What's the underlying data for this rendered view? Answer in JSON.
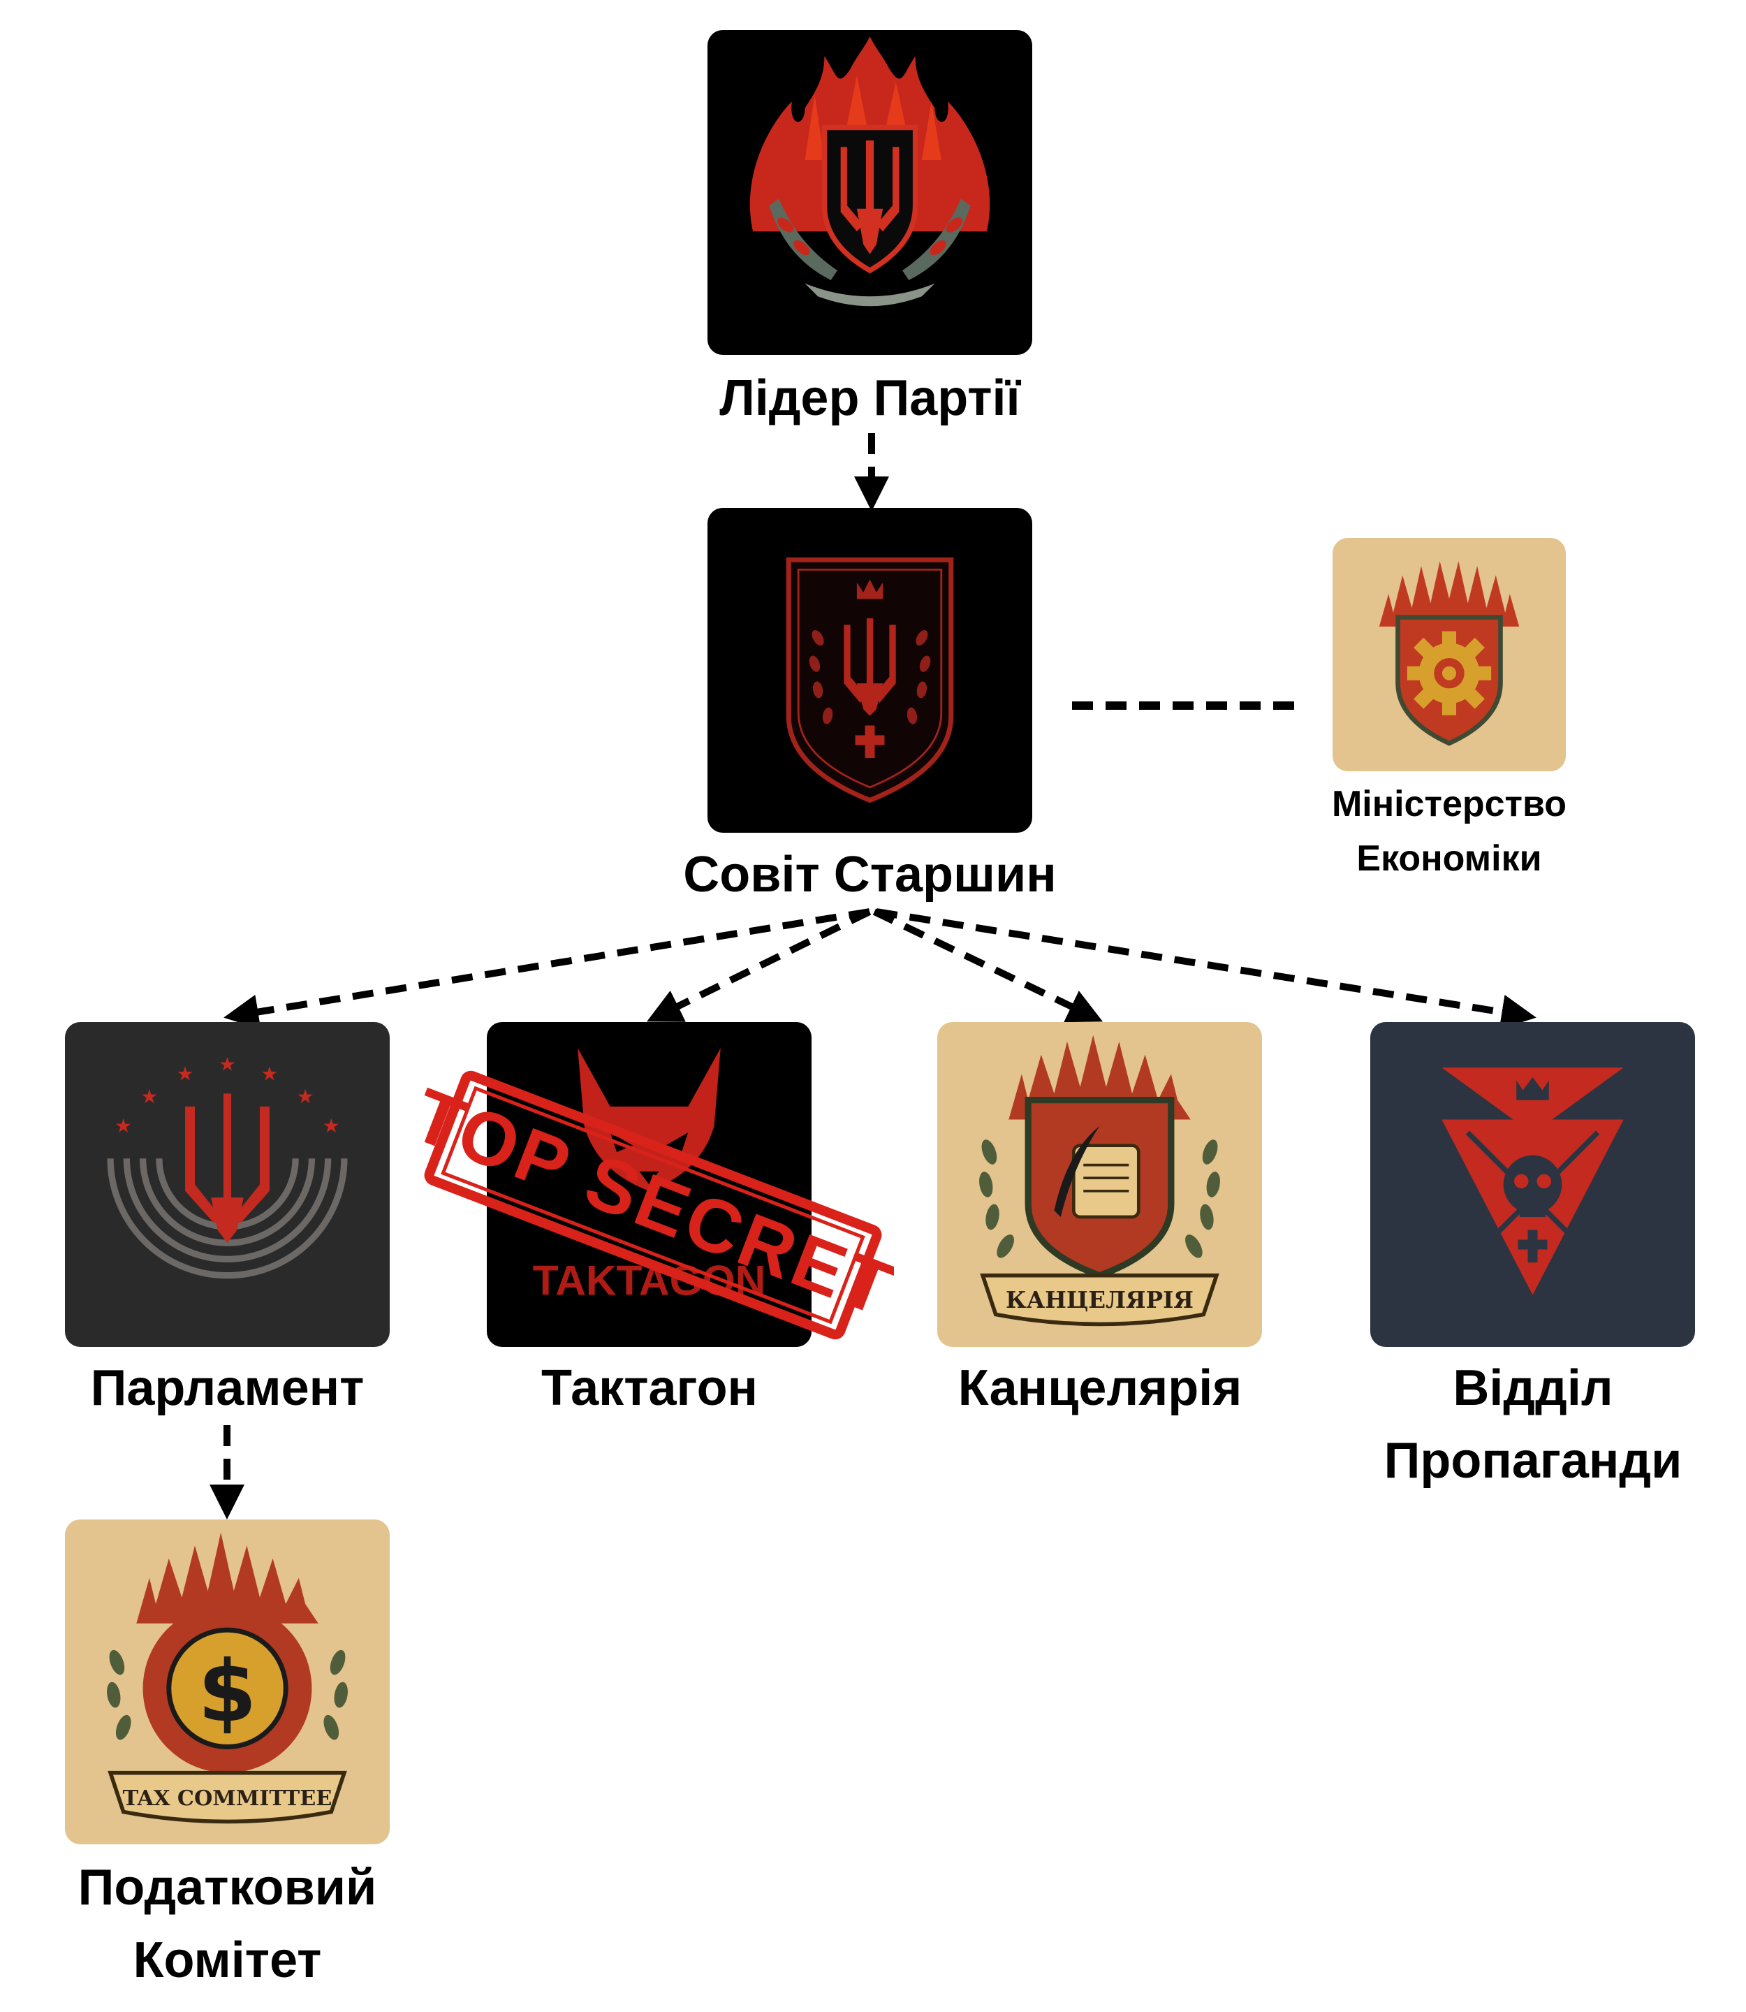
{
  "colors": {
    "black": "#000000",
    "dark_gray": "#2a2a2a",
    "navy": "#2b3440",
    "tan": "#e3c48e",
    "red": "#b3241b",
    "bright_red": "#d9221a",
    "green": "#4f5d3a",
    "gold": "#d7a02c"
  },
  "nodes": {
    "leader": {
      "lines": [
        "Лідер Партії"
      ],
      "icon": "trident-flame-wreath-icon"
    },
    "council": {
      "lines": [
        "Совіт Старшин"
      ],
      "icon": "trident-shield-crest-icon"
    },
    "economy": {
      "lines": [
        "Міністерство",
        "Економіки"
      ],
      "icon": "gear-shield-icon"
    },
    "parliament": {
      "lines": [
        "Парламент"
      ],
      "icon": "trident-arc-stars-icon"
    },
    "taktagon": {
      "lines": [
        "Тактагон"
      ],
      "icon": "fox-head-icon",
      "logo_text": "TAKTAGON",
      "stamp_text": "TOP SECRET"
    },
    "chancellery": {
      "lines": [
        "Канцелярія"
      ],
      "icon": "quill-scroll-shield-icon",
      "banner_text": "КАНЦЕЛЯРІЯ"
    },
    "propaganda": {
      "lines": [
        "Відділ",
        "Пропаганди"
      ],
      "icon": "skull-swords-arrowhead-icon"
    },
    "tax": {
      "lines": [
        "Податковий",
        "Комітет"
      ],
      "icon": "dollar-coin-icon",
      "banner_text": "TAX COMMITTEE"
    }
  },
  "edges": [
    {
      "from": "leader",
      "to": "council",
      "style": "dashed-arrow"
    },
    {
      "from": "council",
      "to": "economy",
      "style": "dashed-line"
    },
    {
      "from": "council",
      "to": "parliament",
      "style": "dashed-arrow"
    },
    {
      "from": "council",
      "to": "taktagon",
      "style": "dashed-arrow"
    },
    {
      "from": "council",
      "to": "chancellery",
      "style": "dashed-arrow"
    },
    {
      "from": "council",
      "to": "propaganda",
      "style": "dashed-arrow"
    },
    {
      "from": "parliament",
      "to": "tax",
      "style": "dashed-arrow"
    }
  ]
}
